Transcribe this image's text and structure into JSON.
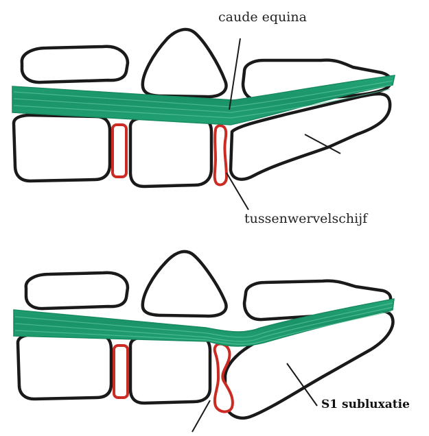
{
  "labels": {
    "cauda": "caude equina",
    "disc": "tussenwervelschijf",
    "subluxation": "S1 subluxatie"
  },
  "colors": {
    "outline": "#1a1a1a",
    "nerve": "#1e9a6e",
    "disc": "#cc2b24",
    "background": "#ffffff"
  }
}
